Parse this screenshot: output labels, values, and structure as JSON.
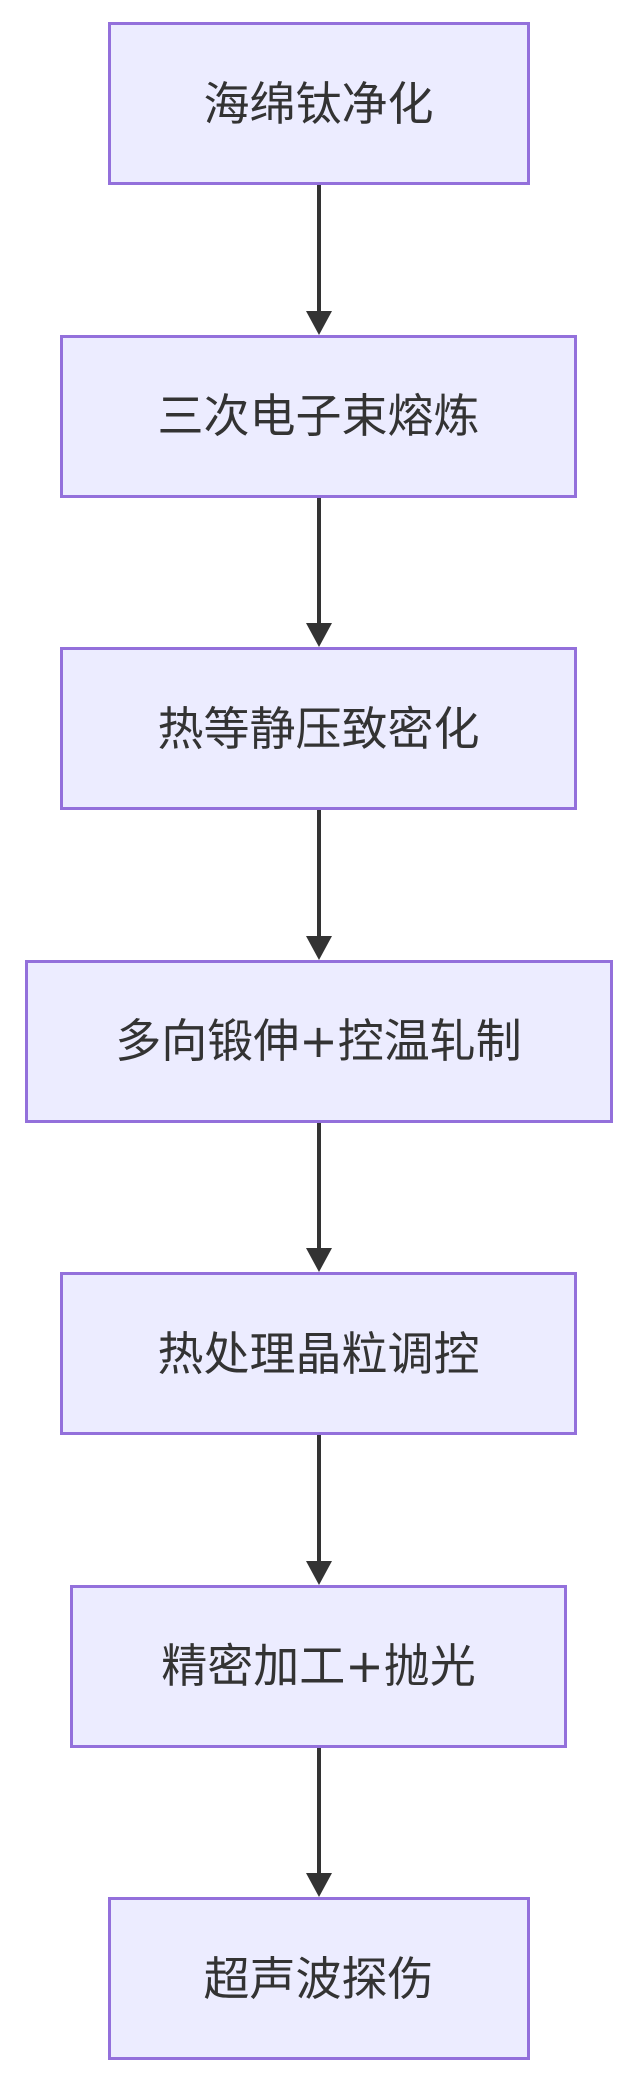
{
  "diagram": {
    "type": "flowchart",
    "direction": "top-down",
    "nodes": [
      {
        "id": "A",
        "label": "海绵钛净化"
      },
      {
        "id": "B",
        "label": "三次电子束熔炼"
      },
      {
        "id": "C",
        "label": "热等静压致密化"
      },
      {
        "id": "D",
        "label": "多向锻伸+控温轧制"
      },
      {
        "id": "E",
        "label": "热处理晶粒调控"
      },
      {
        "id": "F",
        "label": "精密加工+抛光"
      },
      {
        "id": "G",
        "label": "超声波探伤"
      }
    ],
    "edges": [
      {
        "from": "A",
        "to": "B"
      },
      {
        "from": "B",
        "to": "C"
      },
      {
        "from": "C",
        "to": "D"
      },
      {
        "from": "D",
        "to": "E"
      },
      {
        "from": "E",
        "to": "F"
      },
      {
        "from": "F",
        "to": "G"
      }
    ],
    "colors": {
      "background": "#FFFFFF",
      "node_fill": "#ECECFF",
      "node_border": "#9370DB",
      "text": "#333333",
      "arrow": "#333333"
    }
  }
}
